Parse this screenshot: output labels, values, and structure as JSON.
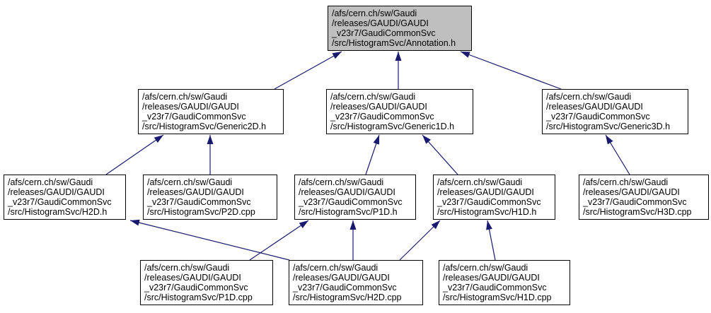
{
  "diagram": {
    "type": "include-dependency-graph",
    "arrow_color": "#191970",
    "node_border_color": "#000000",
    "node_bg": "#ffffff",
    "root_bg": "#bfbfbf",
    "nodes": [
      {
        "id": "annotation_h",
        "role": "root",
        "lines": [
          "/afs/cern.ch/sw/Gaudi",
          "/releases/GAUDI/GAUDI",
          "_v23r7/GaudiCommonSvc",
          "/src/HistogramSvc/Annotation.h"
        ]
      },
      {
        "id": "generic2d_h",
        "role": "node",
        "lines": [
          "/afs/cern.ch/sw/Gaudi",
          "/releases/GAUDI/GAUDI",
          "_v23r7/GaudiCommonSvc",
          "/src/HistogramSvc/Generic2D.h"
        ]
      },
      {
        "id": "generic1d_h",
        "role": "node",
        "lines": [
          "/afs/cern.ch/sw/Gaudi",
          "/releases/GAUDI/GAUDI",
          "_v23r7/GaudiCommonSvc",
          "/src/HistogramSvc/Generic1D.h"
        ]
      },
      {
        "id": "generic3d_h",
        "role": "node",
        "lines": [
          "/afs/cern.ch/sw/Gaudi",
          "/releases/GAUDI/GAUDI",
          "_v23r7/GaudiCommonSvc",
          "/src/HistogramSvc/Generic3D.h"
        ]
      },
      {
        "id": "h2d_h",
        "role": "node",
        "lines": [
          "/afs/cern.ch/sw/Gaudi",
          "/releases/GAUDI/GAUDI",
          "_v23r7/GaudiCommonSvc",
          "/src/HistogramSvc/H2D.h"
        ]
      },
      {
        "id": "p2d_cpp",
        "role": "node",
        "lines": [
          "/afs/cern.ch/sw/Gaudi",
          "/releases/GAUDI/GAUDI",
          "_v23r7/GaudiCommonSvc",
          "/src/HistogramSvc/P2D.cpp"
        ]
      },
      {
        "id": "p1d_h",
        "role": "node",
        "lines": [
          "/afs/cern.ch/sw/Gaudi",
          "/releases/GAUDI/GAUDI",
          "_v23r7/GaudiCommonSvc",
          "/src/HistogramSvc/P1D.h"
        ]
      },
      {
        "id": "h1d_h",
        "role": "node",
        "lines": [
          "/afs/cern.ch/sw/Gaudi",
          "/releases/GAUDI/GAUDI",
          "_v23r7/GaudiCommonSvc",
          "/src/HistogramSvc/H1D.h"
        ]
      },
      {
        "id": "h3d_cpp",
        "role": "node",
        "lines": [
          "/afs/cern.ch/sw/Gaudi",
          "/releases/GAUDI/GAUDI",
          "_v23r7/GaudiCommonSvc",
          "/src/HistogramSvc/H3D.cpp"
        ]
      },
      {
        "id": "p1d_cpp",
        "role": "node",
        "lines": [
          "/afs/cern.ch/sw/Gaudi",
          "/releases/GAUDI/GAUDI",
          "_v23r7/GaudiCommonSvc",
          "/src/HistogramSvc/P1D.cpp"
        ]
      },
      {
        "id": "h2d_cpp",
        "role": "node",
        "lines": [
          "/afs/cern.ch/sw/Gaudi",
          "/releases/GAUDI/GAUDI",
          "_v23r7/GaudiCommonSvc",
          "/src/HistogramSvc/H2D.cpp"
        ]
      },
      {
        "id": "h1d_cpp",
        "role": "node",
        "lines": [
          "/afs/cern.ch/sw/Gaudi",
          "/releases/GAUDI/GAUDI",
          "_v23r7/GaudiCommonSvc",
          "/src/HistogramSvc/H1D.cpp"
        ]
      }
    ],
    "edges": [
      {
        "from": "generic2d_h",
        "to": "annotation_h"
      },
      {
        "from": "generic1d_h",
        "to": "annotation_h"
      },
      {
        "from": "generic3d_h",
        "to": "annotation_h"
      },
      {
        "from": "h2d_h",
        "to": "generic2d_h"
      },
      {
        "from": "p2d_cpp",
        "to": "generic2d_h"
      },
      {
        "from": "p1d_h",
        "to": "generic1d_h"
      },
      {
        "from": "h1d_h",
        "to": "generic1d_h"
      },
      {
        "from": "h3d_cpp",
        "to": "generic3d_h"
      },
      {
        "from": "p1d_cpp",
        "to": "p1d_h"
      },
      {
        "from": "h2d_cpp",
        "to": "h2d_h"
      },
      {
        "from": "h2d_cpp",
        "to": "p1d_h"
      },
      {
        "from": "h2d_cpp",
        "to": "h1d_h"
      },
      {
        "from": "h1d_cpp",
        "to": "h1d_h"
      }
    ]
  }
}
